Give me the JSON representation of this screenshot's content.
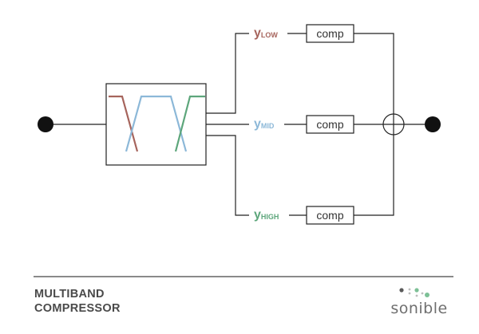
{
  "diagram": {
    "bands": [
      {
        "symbol": "y",
        "subscript": "LOW",
        "color": "#a6645c",
        "block_label": "comp"
      },
      {
        "symbol": "y",
        "subscript": "MID",
        "color": "#8cb8d8",
        "block_label": "comp"
      },
      {
        "symbol": "y",
        "subscript": "HIGH",
        "color": "#5da67b",
        "block_label": "comp"
      }
    ],
    "line_color": "#222222",
    "node_color": "#111111"
  },
  "footer": {
    "title_line1": "MULTIBAND",
    "title_line2": "COMPRESSOR",
    "brand": "sonible",
    "brand_dot_colors": [
      "#5a5a5a",
      "#bdbdbd",
      "#7dc096"
    ]
  }
}
